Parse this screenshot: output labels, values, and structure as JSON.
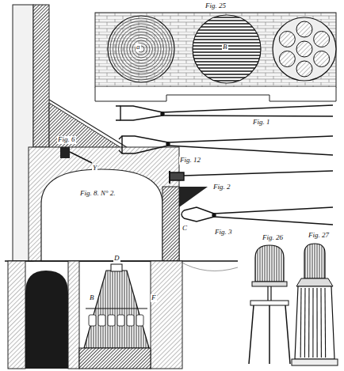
{
  "diagram": {
    "labels": [
      "Fig. 25",
      "a",
      "B",
      "Fig. 1",
      "Fig. 6",
      "Y",
      "Fig. 12",
      "Fig. 2",
      "Fig. 3",
      "Fig. 8. N° 2.",
      "D",
      "B",
      "F",
      "C",
      "Fig. 26",
      "Fig. 27"
    ]
  }
}
